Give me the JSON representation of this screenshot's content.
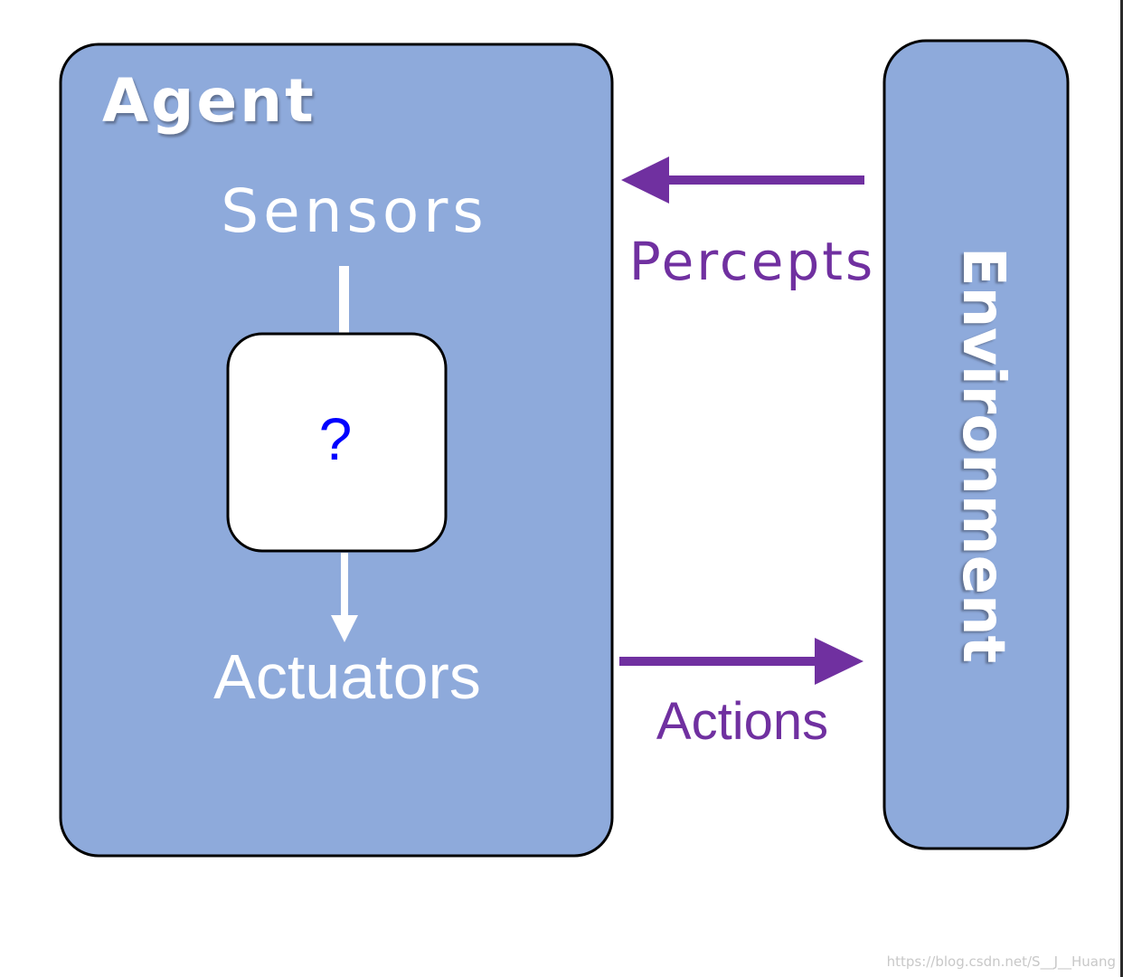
{
  "agent": {
    "title": "Agent",
    "sensors_label": "Sensors",
    "actuators_label": "Actuators",
    "unknown_label": "?"
  },
  "environment": {
    "label": "Environment"
  },
  "arrows": {
    "percepts_label": "Percepts",
    "actions_label": "Actions"
  },
  "watermark": "https://blog.csdn.net/S__J__Huang",
  "colors": {
    "box_fill": "#8eaadb",
    "arrow": "#7030a0",
    "question_mark": "#0000ff",
    "text_light": "#ffffff"
  }
}
